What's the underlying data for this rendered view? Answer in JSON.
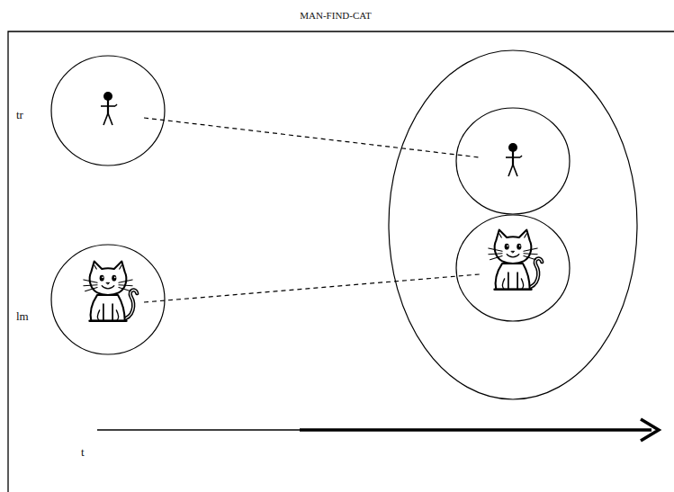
{
  "diagram": {
    "title": "MAN-FIND-CAT",
    "labels": [
      "tr",
      "lm",
      "t"
    ]
  }
}
